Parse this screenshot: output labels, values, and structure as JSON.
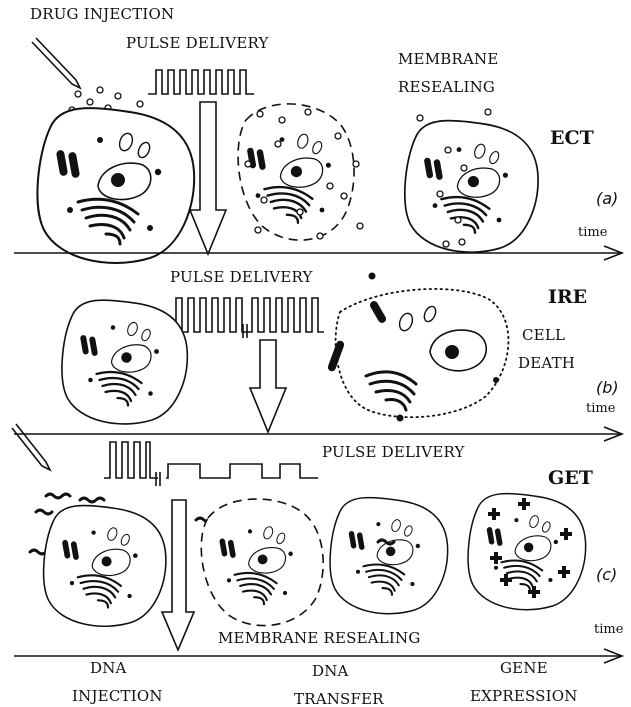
{
  "ect": {
    "drug_injection": "DRUG  INJECTION",
    "pulse_delivery": "PULSE DELIVERY",
    "membrane_line1": "MEMBRANE",
    "membrane_line2": "RESEALING",
    "tag": "ECT",
    "panel": "(a)",
    "time": "time"
  },
  "ire": {
    "pulse_delivery": "PULSE DELIVERY",
    "tag": "IRE",
    "cell_line1": "CELL",
    "cell_line2": "DEATH",
    "panel": "(b)",
    "time": "time"
  },
  "get": {
    "pulse_delivery": "PULSE DELIVERY",
    "tag": "GET",
    "panel": "(c)",
    "time": "time",
    "membrane_resealing": "MEMBRANE RESEALING",
    "dna_line1": "DNA",
    "dna_line2": "INJECTION",
    "transfer_line1": "DNA",
    "transfer_line2": "TRANSFER",
    "gene_line1": "GENE",
    "gene_line2": "EXPRESSION"
  }
}
